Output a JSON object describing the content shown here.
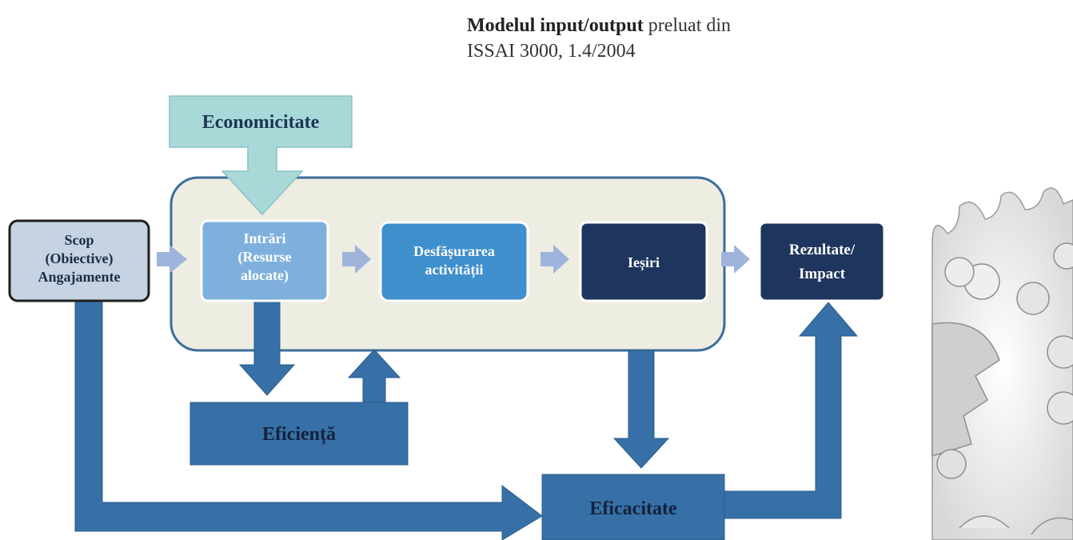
{
  "caption": {
    "bold": "Modelul input/output",
    "rest": " preluat din",
    "line2": "ISSAI 3000, 1.4/2004"
  },
  "nodes": {
    "economicitate": "Economicitate",
    "scop": [
      "Scop",
      "(Obiective)",
      "Angajamente"
    ],
    "intrari": [
      "Intrări",
      "(Resurse",
      "alocate)"
    ],
    "desfasurarea": [
      "Desfășurarea",
      "activității"
    ],
    "iesiri": "Ieșiri",
    "rezultate": [
      "Rezultate/",
      "Impact"
    ],
    "eficienta": "Eficiență",
    "eficacitate": "Eficacitate"
  },
  "colors": {
    "teal_light": "#a9d8d8",
    "panel": "#eeede2",
    "panel_border": "#3c6d9c",
    "blue_main": "#3670a6",
    "blue_light": "#7fb0dd",
    "blue_mid": "#3f8fcc",
    "navy": "#1e355e",
    "scop_fill": "#c5d3e2",
    "arrow_small": "#9eb4da"
  }
}
